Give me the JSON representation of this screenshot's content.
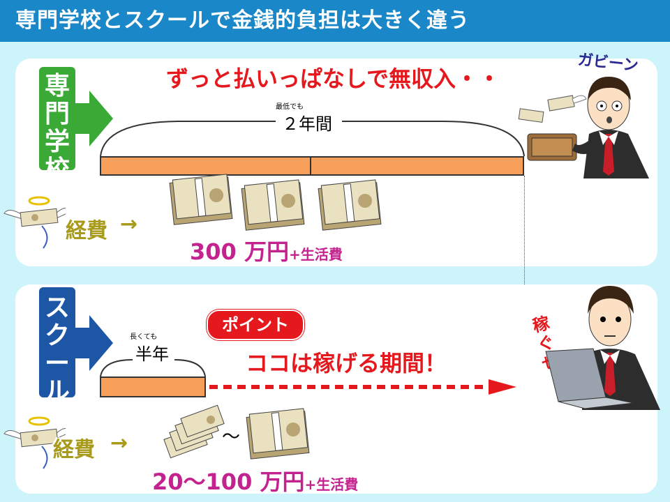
{
  "header": {
    "title": "専門学校とスクールで金銭的負担は大きく違う"
  },
  "school": {
    "tab_chars": [
      "専",
      "門",
      "学",
      "校"
    ],
    "headline": "ずっと払いっぱなしで無収入・・",
    "min_note": "最低でも",
    "duration": "２年間",
    "expense_label": "経費",
    "arrow": "→",
    "cost_main": "300 万円",
    "cost_extra": "+生活費",
    "reaction": "ガビーン"
  },
  "course": {
    "tab_chars": [
      "ス",
      "ク",
      "ー",
      "ル"
    ],
    "point_badge": "ポイント",
    "headline": "ココは稼げる期間！",
    "long_note": "長くても",
    "duration": "半年",
    "expense_label": "経費",
    "arrow": "→",
    "tilde": "～",
    "cost_main": "20～100 万円",
    "cost_extra": "+生活費",
    "reaction": "稼ぐぜ！"
  },
  "colors": {
    "header": "#1a87c9",
    "background": "#cdf3fb",
    "school_tab": "#3aa935",
    "course_tab": "#1d56a5",
    "bar": "#f6a05b",
    "accent_red": "#e5191d",
    "cost_magenta": "#c3238f",
    "expense_olive": "#a89a1a"
  }
}
